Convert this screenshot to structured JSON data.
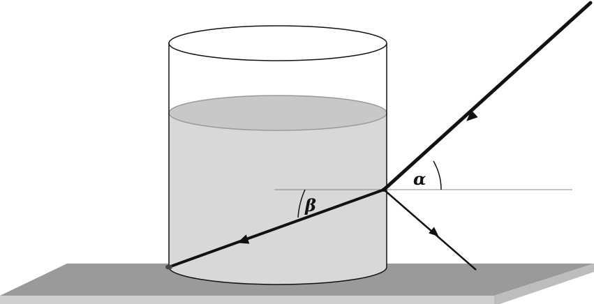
{
  "labels": {
    "alpha": "α",
    "beta": "β"
  },
  "colors": {
    "background": "#ffffff",
    "ink": "#111111",
    "liquid": "#d8d8d8",
    "liquid_surface": "#c4c4c4",
    "table_top": "#9a9a9a",
    "table_front": "#cfcfcf",
    "normal_line": "#8a8a8a"
  },
  "icons": {
    "arrow": "filled-triangle-arrowhead"
  }
}
